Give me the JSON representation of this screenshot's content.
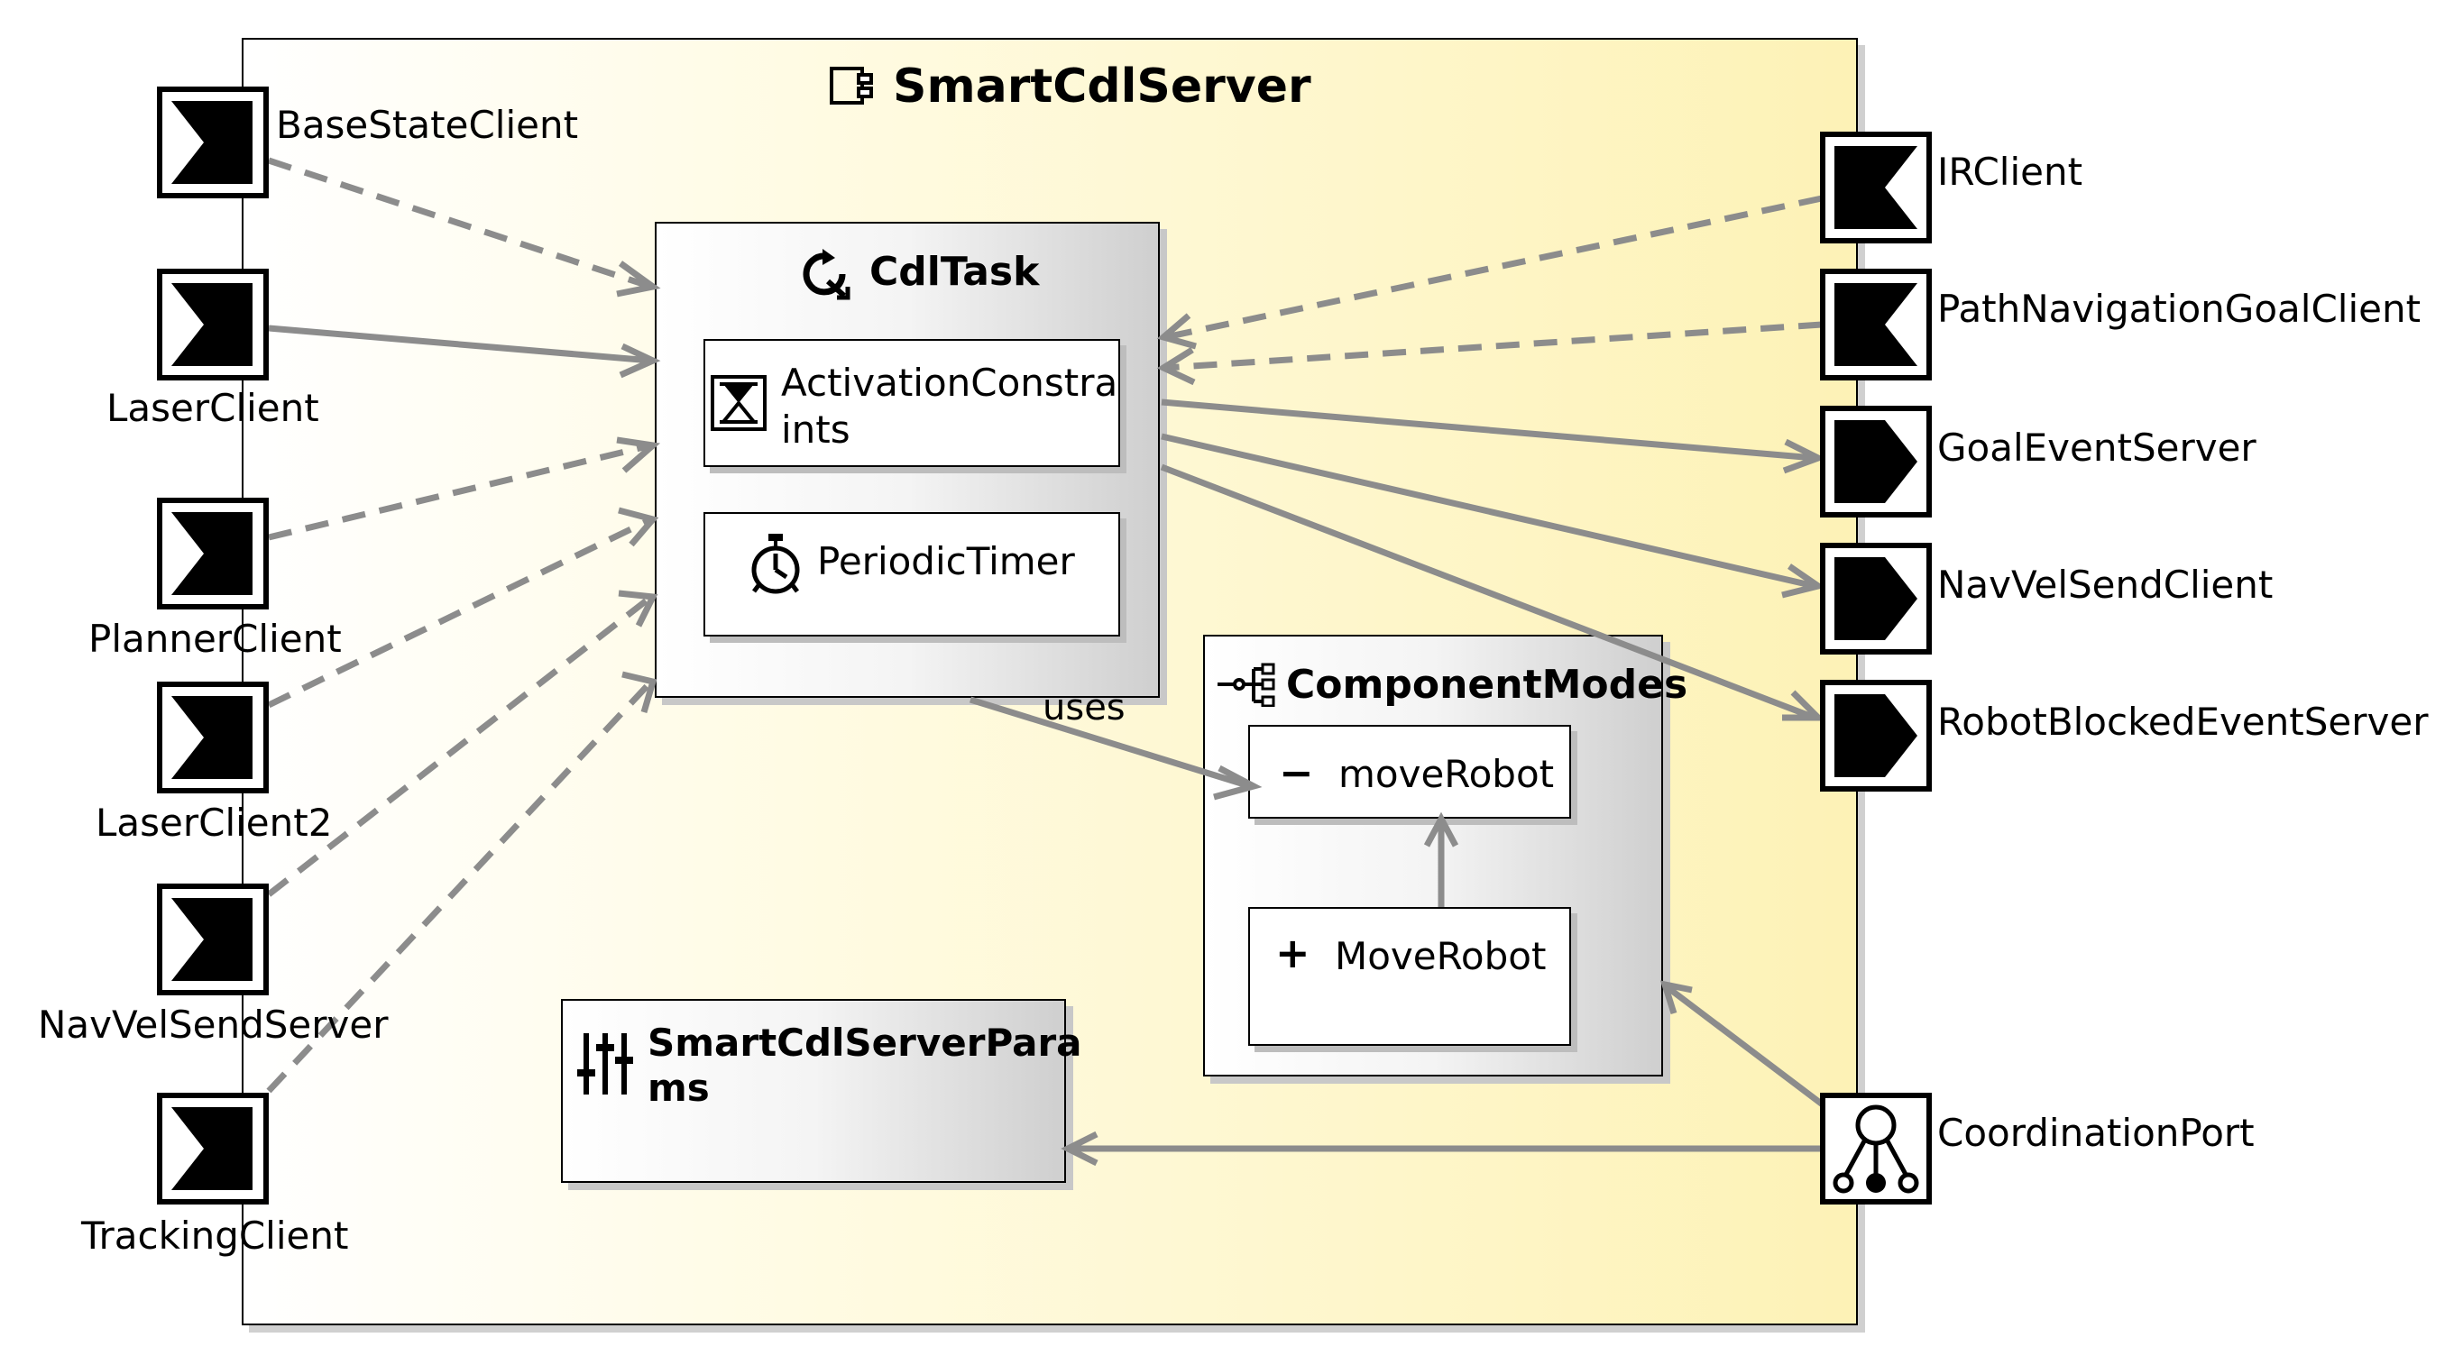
{
  "component": {
    "name": "SmartCdlServer",
    "icon": "component-icon"
  },
  "task": {
    "name": "CdlTask",
    "icon": "task-loop-icon",
    "items": [
      {
        "label_line1": "ActivationConstra",
        "label_line2": "ints",
        "icon": "hourglass-icon"
      },
      {
        "label": "PeriodicTimer",
        "icon": "stopwatch-icon"
      }
    ]
  },
  "modes": {
    "name": "ComponentModes",
    "icon": "mode-tree-icon",
    "items": [
      {
        "label": "moveRobot",
        "symbol": "−"
      },
      {
        "label": "MoveRobot",
        "symbol": "+"
      }
    ]
  },
  "params": {
    "label_line1": "SmartCdlServerPara",
    "label_line2": "ms",
    "icon": "sliders-icon"
  },
  "uses_label": "uses",
  "left_ports": [
    {
      "name": "BaseStateClient"
    },
    {
      "name": "LaserClient"
    },
    {
      "name": "PlannerClient"
    },
    {
      "name": "LaserClient2"
    },
    {
      "name": "NavVelSendServer"
    },
    {
      "name": "TrackingClient"
    }
  ],
  "right_ports": [
    {
      "name": "IRClient",
      "kind": "input"
    },
    {
      "name": "PathNavigationGoalClient",
      "kind": "input"
    },
    {
      "name": "GoalEventServer",
      "kind": "output"
    },
    {
      "name": "NavVelSendClient",
      "kind": "output"
    },
    {
      "name": "RobotBlockedEventServer",
      "kind": "output"
    },
    {
      "name": "CoordinationPort",
      "kind": "coordination"
    }
  ],
  "colors": {
    "component_fill_start": "#ffffff",
    "component_fill_end": "#fcf1b6",
    "connector": "#8c8c8c",
    "port_fill": "#000000"
  }
}
